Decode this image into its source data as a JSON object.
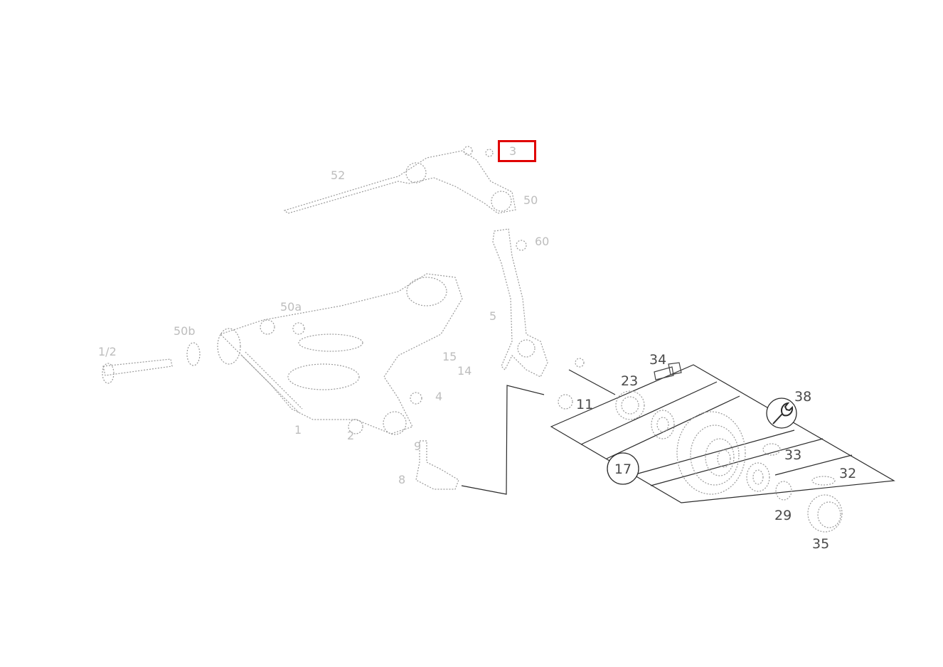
{
  "labels": {
    "l34": "34",
    "l23": "23",
    "l38": "38",
    "l11": "11",
    "l33": "33",
    "l17": "17",
    "l32": "32",
    "l29": "29",
    "l35": "35",
    "l52": "52",
    "l50": "50",
    "l60": "60",
    "l50a": "50a",
    "l50b": "50b",
    "l1k": "1/2",
    "l5": "5",
    "l15": "15",
    "l14": "14",
    "l4": "4",
    "l1": "1",
    "l2": "2",
    "l3": "3",
    "l8": "8",
    "l9": "9"
  },
  "colors": {
    "highlight": "#e00000",
    "line": "#2b2b2b",
    "faint": "#9a9a9a"
  },
  "icons": {
    "wrench": "wrench-icon"
  }
}
